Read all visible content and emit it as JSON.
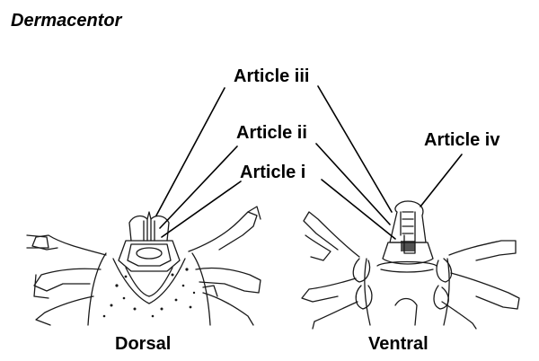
{
  "title": "Dermacentor",
  "labels": {
    "article_iii": "Article iii",
    "article_ii": "Article ii",
    "article_i": "Article i",
    "article_iv": "Article iv"
  },
  "captions": {
    "dorsal": "Dorsal",
    "ventral": "Ventral"
  }
}
